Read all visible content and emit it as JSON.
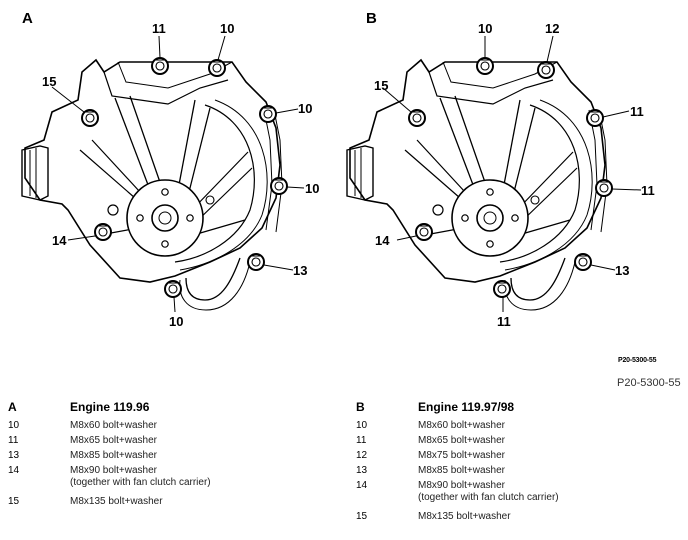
{
  "drawings": {
    "a": {
      "label": "A",
      "callouts": {
        "top_left": "11",
        "top_right": "10",
        "left_upper": "15",
        "right_upper": "10",
        "right_mid": "10",
        "left_lower": "14",
        "right_lower": "13",
        "bottom": "10"
      }
    },
    "b": {
      "label": "B",
      "callouts": {
        "top_left": "10",
        "top_right": "12",
        "left_upper": "15",
        "right_upper": "11",
        "right_mid": "11",
        "left_lower": "14",
        "right_lower": "13",
        "bottom": "11"
      }
    }
  },
  "reference": {
    "small": "P20-5300-55",
    "large": "P20-5300-55"
  },
  "legend": {
    "a": {
      "key": "A",
      "title": "Engine 119.96",
      "rows": [
        {
          "num": "10",
          "desc": "M8x60 bolt+washer"
        },
        {
          "num": "11",
          "desc": "M8x65 bolt+washer"
        },
        {
          "num": "13",
          "desc": "M8x85 bolt+washer"
        },
        {
          "num": "14",
          "desc": "M8x90 bolt+washer",
          "note": "(together with fan clutch carrier)"
        },
        {
          "num": "15",
          "desc": "M8x135 bolt+washer"
        }
      ]
    },
    "b": {
      "key": "B",
      "title": "Engine 119.97/98",
      "rows": [
        {
          "num": "10",
          "desc": "M8x60 bolt+washer"
        },
        {
          "num": "11",
          "desc": "M8x65 bolt+washer"
        },
        {
          "num": "12",
          "desc": "M8x75 bolt+washer"
        },
        {
          "num": "13",
          "desc": "M8x85 bolt+washer"
        },
        {
          "num": "14",
          "desc": "M8x90 bolt+washer",
          "note": "(together with fan clutch carrier)"
        },
        {
          "num": "15",
          "desc": "M8x135 bolt+washer"
        }
      ]
    }
  }
}
